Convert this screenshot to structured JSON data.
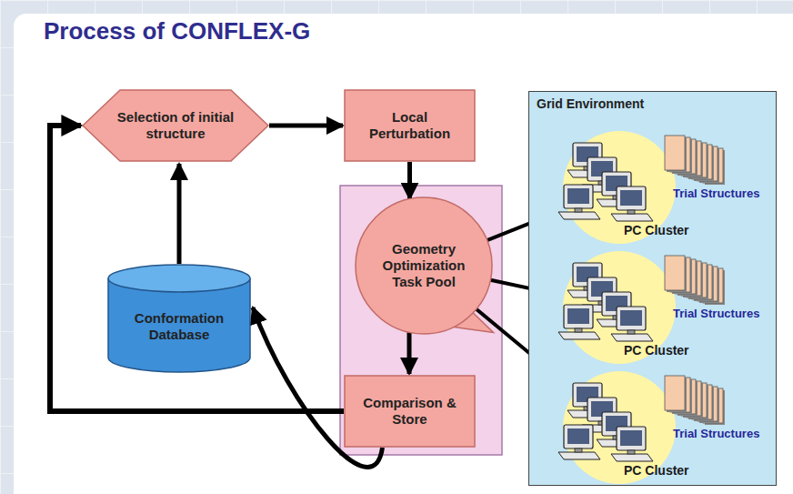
{
  "diagram": {
    "title": "Process of CONFLEX-G",
    "nodes": [
      {
        "text": [
          "Selection of initial structure"
        ]
      },
      {
        "text": [
          "Local Perturbation"
        ]
      },
      {
        "text": [
          "Geometry Optimization Task Pool"
        ]
      },
      {
        "text": [
          "Comparison & Store"
        ]
      },
      {
        "text": [
          "Conformation Database"
        ]
      },
      {
        "text": [
          "Grid Environment"
        ]
      },
      {
        "text": [
          "Trial Structures",
          "PC Cluster"
        ],
        "in": 5
      },
      {
        "text": [
          "Trial Structures",
          "PC Cluster"
        ],
        "in": 5
      },
      {
        "text": [
          "Trial Structures",
          "PC Cluster"
        ],
        "in": 5
      }
    ],
    "edges": [
      {
        "from": 0,
        "to": 1,
        "arrow": "to"
      },
      {
        "from": 1,
        "to": 2,
        "arrow": "to"
      },
      {
        "from": 2,
        "to": 3,
        "arrow": "to"
      },
      {
        "from": 2,
        "to": 6,
        "arrow": "to"
      },
      {
        "from": 2,
        "to": 7,
        "arrow": "to"
      },
      {
        "from": 2,
        "to": 8,
        "arrow": "to"
      },
      {
        "from": 3,
        "to": 4,
        "arrow": "to"
      },
      {
        "from": 3,
        "to": 0,
        "arrow": "to"
      },
      {
        "from": 4,
        "to": 0,
        "arrow": "to"
      }
    ]
  }
}
